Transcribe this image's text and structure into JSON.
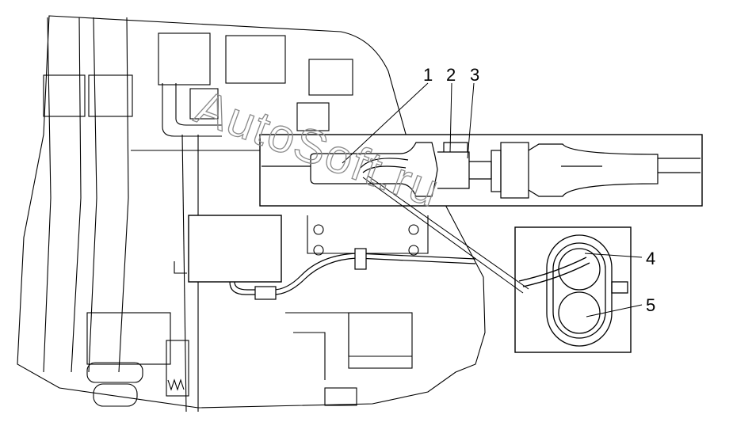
{
  "callouts": [
    {
      "id": "1",
      "label": "1"
    },
    {
      "id": "2",
      "label": "2"
    },
    {
      "id": "3",
      "label": "3"
    },
    {
      "id": "4",
      "label": "4"
    },
    {
      "id": "5",
      "label": "5"
    }
  ],
  "watermark": "AutoSoft.ru"
}
